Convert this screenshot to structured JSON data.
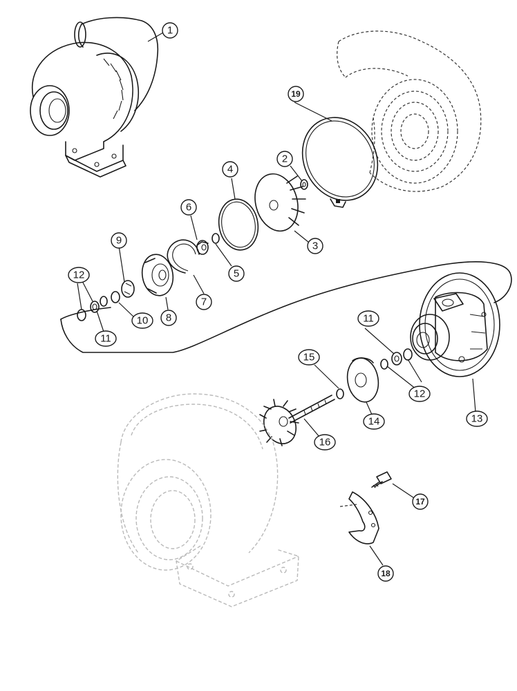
{
  "callouts": {
    "c1": "1",
    "c2": "2",
    "c3": "3",
    "c4": "4",
    "c5": "5",
    "c6": "6",
    "c7": "7",
    "c8": "8",
    "c9": "9",
    "c10": "10",
    "c11a": "11",
    "c11b": "11",
    "c12a": "12",
    "c12b": "12",
    "c13": "13",
    "c14": "14",
    "c15": "15",
    "c16": "16",
    "c17": "17",
    "c18": "18",
    "c19": "19"
  }
}
